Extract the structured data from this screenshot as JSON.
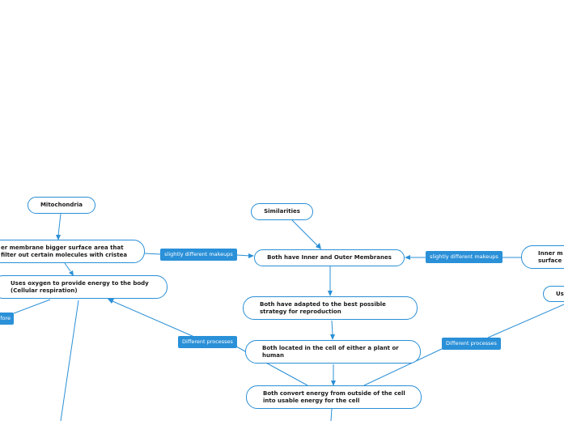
{
  "nodes": {
    "mitochondria": "Mitochondria",
    "similarities": "Similarities",
    "mito_membrane": "er membrane bigger surface area that\nfilter out certain molecules with cristea",
    "both_membranes": "Both have Inner and Outer Membranes",
    "inner_right": "Inner m\nsurface",
    "uses_oxygen": "Uses oxygen to provide energy to the body\n(Cellular respiration)",
    "adapted": "Both have adapted to the best possible\nstrategy for reproduction",
    "located": "Both located in the cell of either a plant or\nhuman",
    "convert": "Both convert energy from outside of the cell\ninto usable energy for the cell",
    "uses_right": "Us"
  },
  "labels": {
    "slightly_left": "slightly different makeups",
    "slightly_right": "slightly different makeups",
    "different_left": "Different processes",
    "different_right": "Different processes",
    "therefore": "fore"
  },
  "colors": {
    "connector": "#2a8fd6",
    "label_bg": "#2a90d8",
    "node_border": "#2a8fd6"
  }
}
